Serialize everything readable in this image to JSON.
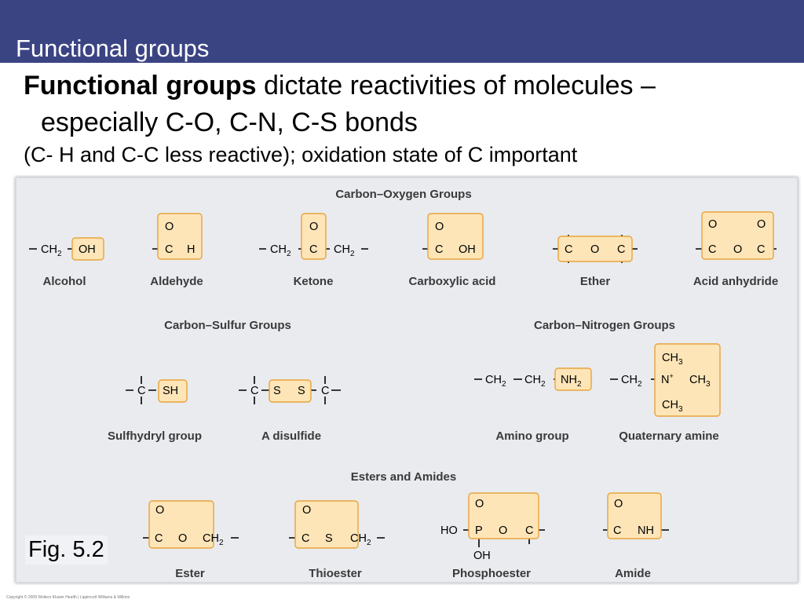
{
  "slide": {
    "title": "Functional groups",
    "bullet1_bold": "Functional groups",
    "bullet1_rest": " dictate reactivities of molecules –",
    "bullet1_line2": "especially C-O, C-N, C-S bonds",
    "bullet2": "(C- H and C-C less reactive); oxidation state of C important",
    "fig_label": "Fig. 5.2",
    "copyright": "Copyright © 2009 Wolters Kluwer Health | Lippincott Williams & Wilkins"
  },
  "colors": {
    "title_bar": "#3b4483",
    "panel": "#e9ebef",
    "highlight_fill": "#fde5b8",
    "highlight_stroke": "#e9a33b"
  },
  "figure": {
    "section_carbon_oxygen": "Carbon–Oxygen Groups",
    "section_carbon_sulfur": "Carbon–Sulfur Groups",
    "section_carbon_nitrogen": "Carbon–Nitrogen Groups",
    "section_esters_amides": "Esters and Amides",
    "names": {
      "alcohol": "Alcohol",
      "aldehyde": "Aldehyde",
      "ketone": "Ketone",
      "carboxylic_acid": "Carboxylic acid",
      "ether": "Ether",
      "acid_anhydride": "Acid anhydride",
      "sulfhydryl": "Sulfhydryl group",
      "disulfide": "A disulfide",
      "amino": "Amino group",
      "quaternary_amine": "Quaternary amine",
      "ester": "Ester",
      "thioester": "Thioester",
      "phosphoester": "Phosphoester",
      "amide": "Amide"
    }
  }
}
